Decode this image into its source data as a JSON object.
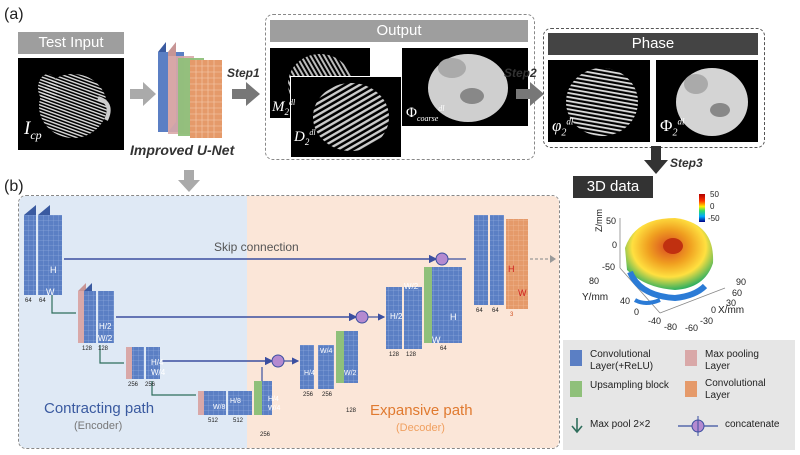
{
  "panel_a": {
    "label": "(a)",
    "test_input": {
      "title": "Test Input",
      "symbol": "I",
      "symbol_sub": "cp"
    },
    "network_label": "Improved U-Net",
    "step1": "Step1",
    "step2": "Step2",
    "step3": "Step3",
    "output": {
      "title": "Output",
      "m_symbol": "M",
      "m_sub": "2",
      "m_sup": "dl",
      "d_symbol": "D",
      "d_sub": "2",
      "d_sup": "dl",
      "phi_symbol": "Φ",
      "phi_sub": "coarse",
      "phi_sup": "dl"
    },
    "phase": {
      "title": "Phase",
      "phi_wrapped": "φ",
      "phi_wrapped_sub": "2",
      "phi_wrapped_sup": "dl",
      "phi_unwrapped": "Φ",
      "phi_unwrapped_sub": "2",
      "phi_unwrapped_sup": "dl"
    },
    "data3d": {
      "title": "3D data",
      "z_axis": "Z/mm",
      "y_axis": "Y/mm",
      "x_axis": "X/mm",
      "z_ticks": [
        "50",
        "0",
        "-50"
      ],
      "y_ticks": [
        "80",
        "40",
        "0",
        "-40",
        "-80"
      ],
      "x_ticks": [
        "90",
        "60",
        "30",
        "0",
        "-30",
        "-60"
      ],
      "colorbar": [
        "50",
        "0",
        "-50"
      ]
    }
  },
  "panel_b": {
    "label": "(b)",
    "skip_connection": "Skip connection",
    "contracting": "Contracting path",
    "encoder": "(Encoder)",
    "expansive": "Expansive path",
    "decoder": "(Decoder)",
    "dims": {
      "h": "H",
      "w": "W",
      "h2": "H/2",
      "w2": "W/2",
      "h4": "H/4",
      "w4": "W/4",
      "h8": "H/8",
      "w8": "W/8"
    },
    "channels": {
      "c64a": "64",
      "c64b": "64",
      "c128a": "128",
      "c128b": "128",
      "c256a": "256",
      "c256b": "256",
      "c512a": "512",
      "c512b": "512",
      "up256": "256",
      "dec256a": "256",
      "dec256b": "256",
      "up128": "128",
      "dec128a": "128",
      "dec128b": "128",
      "up64": "64",
      "dec64a": "64",
      "dec64b": "64",
      "out3": "3"
    }
  },
  "legend": {
    "conv": "Convolutional Layer(+ReLU)",
    "maxpool_layer": "Max pooling Layer",
    "upsampling": "Upsampling block",
    "conv_layer": "Convolutional Layer",
    "maxpool": "Max pool 2×2",
    "concat": "concatenate"
  },
  "colors": {
    "conv_blue": "#5b7fc4",
    "maxpool_pink": "#d9a8a8",
    "upsample_green": "#8fc07a",
    "output_orange": "#e59a6a",
    "encoder_bg": "#dfe9f5",
    "decoder_bg": "#fbe6d8",
    "panel_gray": "#9e9e9e",
    "dark_title": "#444444"
  }
}
